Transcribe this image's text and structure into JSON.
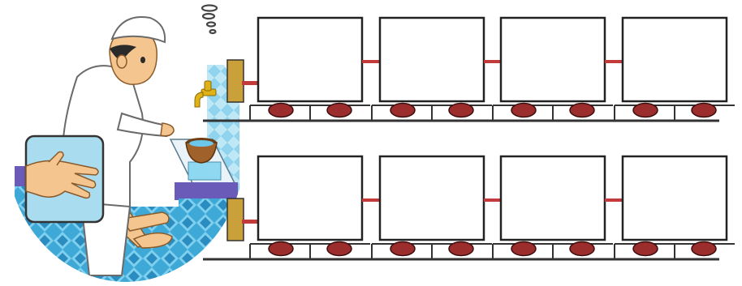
{
  "illustration": {
    "subject": "boy-washing-feet-icon",
    "inset": "hands-rubbing-icon"
  },
  "worksheet": {
    "layout": "two-rows-of-four-wagons",
    "rows": 2,
    "wagons_per_row": 4
  },
  "colors": {
    "wheel": "#9c2d2d",
    "wheel_outline": "#3a0d0d",
    "coupler": "#c23a3a",
    "rail": "#333333",
    "locomotive": "#c9a03a",
    "tile_blue": "#3ea9d6",
    "counter_purple": "#6b5bb8",
    "skin": "#f4c58f",
    "shirt": "#ffffff",
    "faucet": "#e0b21a"
  }
}
